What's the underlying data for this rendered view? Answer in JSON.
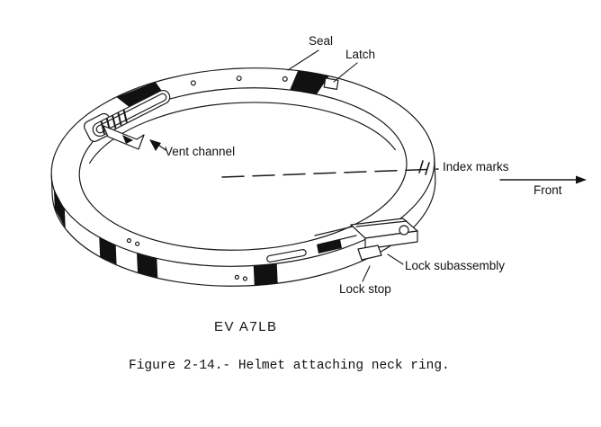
{
  "figure": {
    "model": "EV A7LB",
    "caption": "Figure 2-14.- Helmet attaching neck ring."
  },
  "labels": {
    "seal": "Seal",
    "latch": "Latch",
    "vent_channel": "Vent channel",
    "index_marks": "Index marks",
    "front": "Front",
    "lock_subassembly": "Lock subassembly",
    "lock_stop": "Lock stop"
  },
  "colors": {
    "ink": "#1a1a1a",
    "background": "#ffffff"
  }
}
